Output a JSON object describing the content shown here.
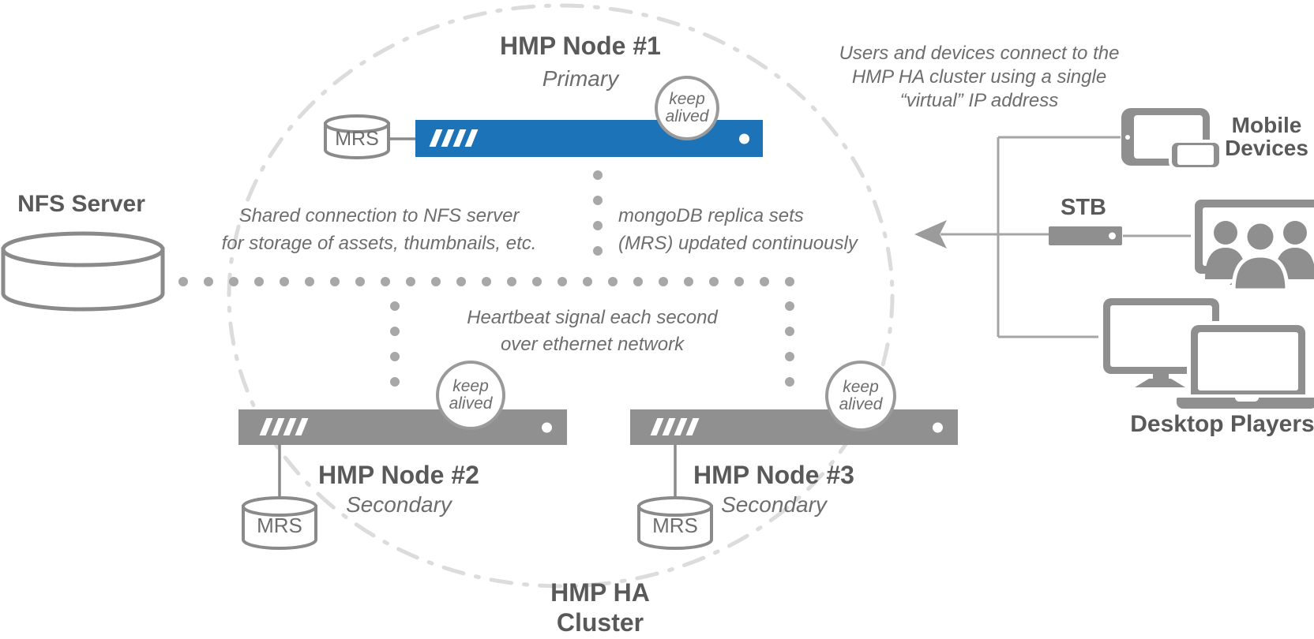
{
  "page": {
    "nfs_label": "NFS Server",
    "cluster_label": [
      "HMP HA",
      "Cluster"
    ],
    "nodes": [
      {
        "title": "HMP Node #1",
        "role": "Primary",
        "db": "MRS",
        "keepalive": [
          "keep",
          "alived"
        ]
      },
      {
        "title": "HMP Node #2",
        "role": "Secondary",
        "db": "MRS",
        "keepalive": [
          "keep",
          "alived"
        ]
      },
      {
        "title": "HMP Node #3",
        "role": "Secondary",
        "db": "MRS",
        "keepalive": [
          "keep",
          "alived"
        ]
      }
    ],
    "annotations": {
      "virtual_ip": [
        "Users and devices connect to the",
        "HMP HA cluster using a single",
        "“virtual” IP address"
      ],
      "shared_nfs": [
        "Shared connection to NFS server",
        "for storage of assets, thumbnails, etc."
      ],
      "mongo": [
        "mongoDB replica sets",
        "(MRS) updated continuously"
      ],
      "heartbeat": [
        "Heartbeat signal each second",
        "over ethernet network"
      ]
    },
    "devices": {
      "mobile": [
        "Mobile",
        "Devices"
      ],
      "stb": "STB",
      "desktop": "Desktop Players"
    },
    "colors": {
      "primary_node_blue": "#1d73b8",
      "secondary_node_gray": "#909090",
      "device_gray": "#8f8f8f",
      "label_text": "#595959",
      "annotation_text": "#6d6d6d",
      "dots": "#a8a8a8",
      "cluster_ring": "#dcdcdc"
    }
  }
}
